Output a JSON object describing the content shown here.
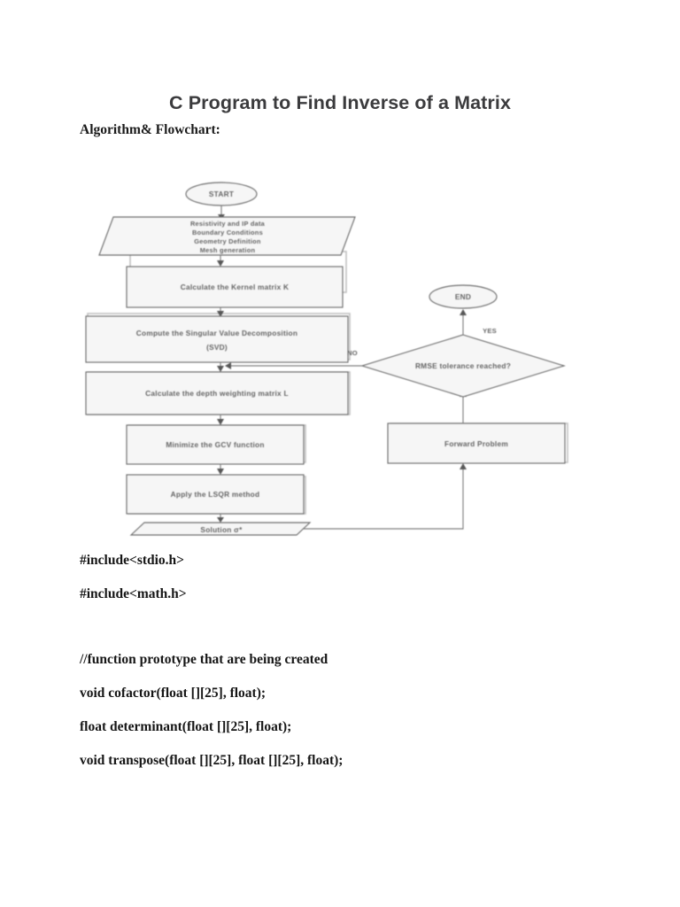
{
  "document": {
    "title": "C Program to Find Inverse of a Matrix",
    "section_label": "Algorithm& Flowchart:"
  },
  "flowchart": {
    "start_label": "START",
    "end_label": "END",
    "input_lines": [
      "Resistivity and IP data",
      "Boundary Conditions",
      "Geometry Definition",
      "Mesh generation"
    ],
    "kernel_box": "Calculate the Kernel matrix K",
    "svd_box_line1": "Compute the Singular Value Decomposition",
    "svd_box_line2": "(SVD)",
    "depth_box": "Calculate the depth weighting matrix L",
    "gcv_box": "Minimize the GCV function",
    "lsqr_box": "Apply the LSQR method",
    "solution_box": "Solution σ*",
    "decision_box": "RMSE tolerance reached?",
    "forward_box": "Forward Problem",
    "yes_label": "YES",
    "no_label": "NO"
  },
  "code": {
    "lines": [
      "#include<stdio.h>",
      "#include<math.h>",
      "//function prototype that are being created",
      "void cofactor(float [][25], float);",
      "float determinant(float [][25], float);",
      "void transpose(float [][25], float [][25], float);"
    ]
  },
  "colors": {
    "page_background": "#ffffff",
    "title_color": "#3b3b3d",
    "body_text": "#161616",
    "figure_stroke": "#565656"
  }
}
